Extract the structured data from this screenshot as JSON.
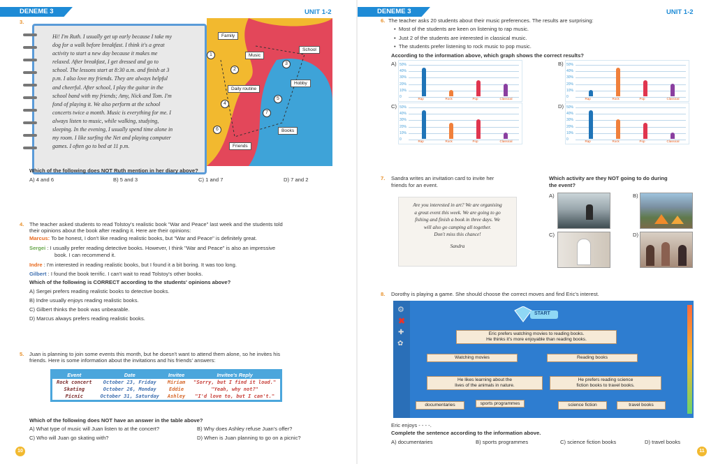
{
  "left": {
    "header": "DENEME 3",
    "unit": "UNIT 1-2",
    "page_number": "10",
    "q3": {
      "number": "3.",
      "diary_lines": [
        "Hi! I'm Ruth. I usually get up early because I take my",
        "dog for a walk before breakfast. I think it's a great",
        "activity to start a new day because it makes me",
        "relaxed. After breakfast, I get dressed and go to",
        "school. The lessons start at 8:30 a.m. and finish at 3",
        "p.m. I also love my friends. They are always helpful",
        "and cheerful. After school, I play the guitar in the",
        "school band with my friends; Amy, Nick and Tom. I'm",
        "fond of playing it. We also perform at the school",
        "concerts twice a month. Music is everything for me. I",
        "always listen to music, while walking, studying,",
        "sleeping. In the evening, I usually spend time alone in",
        "my room. I like surfing the Net and playing computer",
        "games. I often go to bed at 11 p.m."
      ],
      "map_labels": [
        "Family",
        "Music",
        "School",
        "Daily routine",
        "Hobby",
        "Books",
        "Friends"
      ],
      "map_numbers": [
        "1",
        "2",
        "3",
        "4",
        "5",
        "6",
        "7"
      ],
      "question": "Which of the following does NOT Ruth mention in her diary above?",
      "options": [
        "A) 4 and 6",
        "B) 5 and 3",
        "C) 1 and 7",
        "D) 7 and 2"
      ]
    },
    "q4": {
      "number": "4.",
      "intro": [
        "The teacher asked students to read Tolstoy's realistic book \"War and Peace\" last week and the students told",
        "their opinions about the book after reading it. Here are their opinions:"
      ],
      "opinions": [
        {
          "name": "Marcus:",
          "text": "To be honest, I don't like reading realistic books, but \"War and Peace\" is definitely great."
        },
        {
          "name": "Sergei",
          "text": ": I usually prefer reading detective books. However, I think \"War and Peace\" is also an impressive"
        },
        {
          "name": "",
          "text": "book. I can recommend it."
        },
        {
          "name": "Indre",
          "text": ": I'm interested in reading realistic books, but I found it a bit boring. It was too long."
        },
        {
          "name": "Gilbert",
          "text": ": I found the book terrific. I can't wait to read Tolstoy's other books."
        }
      ],
      "question": "Which of the following is CORRECT according to the students' opinions above?",
      "options": [
        "A) Sergei prefers reading realistic books to detective books.",
        "B) Indre usually enjoys reading realistic books.",
        "C) Gilbert thinks the book was unbearable.",
        "D) Marcus always prefers reading realistic books."
      ]
    },
    "q5": {
      "number": "5.",
      "intro": [
        "Juan is planning to join some events this month, but he doesn't want to attend them alone, so he invites his",
        "friends. Here is some information about the invitations and his friends' answers:"
      ],
      "table_headers": [
        "Event",
        "Date",
        "Invitee",
        "Invitee's Reply"
      ],
      "rows": [
        [
          "Rock concert",
          "October 23, Friday",
          "Miriam",
          "\"Sorry, but I find it loud.\""
        ],
        [
          "Skating",
          "October 26, Monday",
          "Eddie",
          "\"Yeah, why not?\""
        ],
        [
          "Picnic",
          "October 31, Saturday",
          "Ashley",
          "\"I'd love to, but I can't.\""
        ]
      ],
      "question": "Which of the following does NOT have an answer in the table above?",
      "options": [
        "A) What type of music will Juan listen to at the concert?",
        "B) Why does Ashley refuse Juan's offer?",
        "C) Who will Juan go skating with?",
        "D) When is Juan planning to go on a picnic?"
      ]
    }
  },
  "right": {
    "header": "DENEME 3",
    "unit": "UNIT 1-2",
    "page_number": "11",
    "q6": {
      "number": "6.",
      "intro": "The teacher asks 20 students about their music preferences. The results are surprising:",
      "bullets": [
        "Most of the students are keen on listening to rap music.",
        "Just 2 of the students are interested in classical music.",
        "The students prefer listening to rock music to pop music."
      ],
      "question": "According to the information above, which graph shows the correct results?",
      "option_letters": [
        "A)",
        "B)",
        "C)",
        "D)"
      ],
      "y_ticks": [
        "50%",
        "40%",
        "30%",
        "20%",
        "10%",
        "0"
      ],
      "x_categories": [
        "Rap",
        "Rock",
        "Pop",
        "Classical"
      ]
    },
    "q7": {
      "number": "7.",
      "intro": [
        "Sandra writes an invitation card to invite her",
        "friends for an event."
      ],
      "card_lines": [
        "Are you interested in art? We are organising",
        "a great event this week. We are going to go",
        "fishing and finish a book in three days. We",
        "will also go camping all together.",
        "Don't miss this chance!"
      ],
      "signature": "Sandra",
      "question": [
        "Which activity are they NOT going to do during",
        "the event?"
      ],
      "option_letters": [
        "A)",
        "B)",
        "C)",
        "D)"
      ]
    },
    "q8": {
      "number": "8.",
      "intro": "Dorothy is playing a game. She should choose the correct moves and find Eric's interest.",
      "start": "START",
      "top_box": [
        "Eric prefers watching movies to reading books.",
        "He thinks it's more enjoyable than reading books."
      ],
      "level2": [
        "Watching movies",
        "Reading books"
      ],
      "level3": [
        [
          "He likes learning about the",
          "lives of the animals in nature."
        ],
        [
          "He prefers reading science",
          "fiction books to travel books."
        ]
      ],
      "level4": [
        "documentaries",
        "sports programmes",
        "science fiction",
        "travel books"
      ],
      "enjoys": "Eric enjoys - - - -.",
      "question": "Complete the sentence according to the information above.",
      "options": [
        "A) documentaries",
        "B) sports programmes",
        "C) science fiction books",
        "D) travel books"
      ]
    }
  },
  "chart_data": [
    {
      "type": "bar",
      "label": "A)",
      "categories": [
        "Rap",
        "Rock",
        "Pop",
        "Classical"
      ],
      "values": [
        45,
        10,
        25,
        20
      ],
      "ylim": [
        0,
        50
      ]
    },
    {
      "type": "bar",
      "label": "B)",
      "categories": [
        "Rap",
        "Rock",
        "Pop",
        "Classical"
      ],
      "values": [
        10,
        45,
        25,
        20
      ],
      "ylim": [
        0,
        50
      ]
    },
    {
      "type": "bar",
      "label": "C)",
      "categories": [
        "Rap",
        "Rock",
        "Pop",
        "Classical"
      ],
      "values": [
        45,
        25,
        30,
        10
      ],
      "ylim": [
        0,
        50
      ]
    },
    {
      "type": "bar",
      "label": "D)",
      "categories": [
        "Rap",
        "Rock",
        "Pop",
        "Classical"
      ],
      "values": [
        45,
        30,
        25,
        10
      ],
      "ylim": [
        0,
        50
      ]
    }
  ],
  "colors": {
    "accent": "#1e8bd6",
    "orange": "#e8902a",
    "bars": [
      "#1f74b8",
      "#f0803c",
      "#e0364f",
      "#8a3fa0"
    ]
  }
}
